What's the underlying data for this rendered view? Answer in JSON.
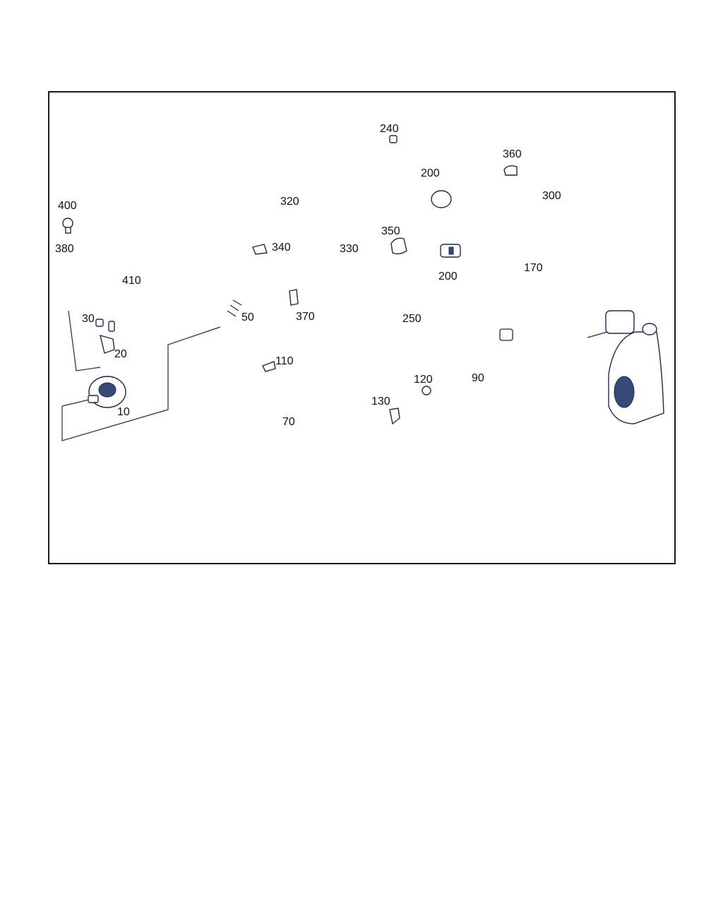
{
  "diagram": {
    "part_labels": {
      "p10": "10",
      "p20": "20",
      "p30": "30",
      "p50": "50",
      "p70": "70",
      "p90": "90",
      "p110": "110",
      "p120": "120",
      "p130": "130",
      "p170": "170",
      "p200a": "200",
      "p200b": "200",
      "p240": "240",
      "p250": "250",
      "p300": "300",
      "p320": "320",
      "p330": "330",
      "p340": "340",
      "p350": "350",
      "p360": "360",
      "p370": "370",
      "p380": "380",
      "p400": "400",
      "p410": "410"
    },
    "colors": {
      "line": "#1c2a52",
      "frame": "#1a1a2e",
      "background": "#ffffff"
    }
  }
}
